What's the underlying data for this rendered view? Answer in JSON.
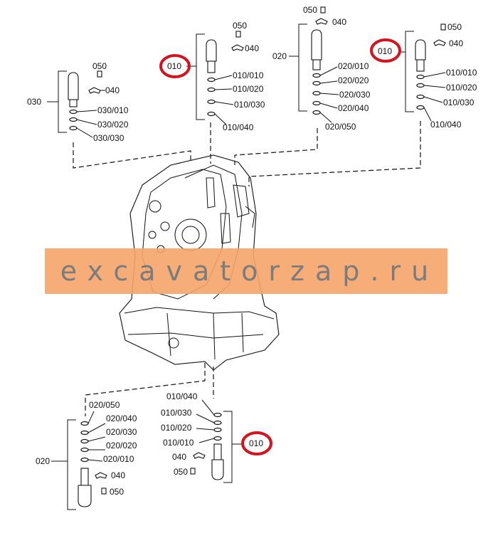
{
  "labels": {
    "a030": "030",
    "a040": "040",
    "a050": "050",
    "a030_010": "030/010",
    "a030_020": "030/020",
    "a030_030": "030/030",
    "b010": "010",
    "b050": "050",
    "b040": "040",
    "b010_010": "010/010",
    "b010_020": "010/020",
    "b010_030": "010/030",
    "b010_040": "010/040",
    "c020": "020",
    "c050": "050",
    "c040": "040",
    "c020_010": "020/010",
    "c020_020": "020/020",
    "c020_030": "020/030",
    "c020_040": "020/040",
    "c020_050": "020/050",
    "d010": "010",
    "d050": "050",
    "d040": "040",
    "d010_010": "010/010",
    "d010_020": "010/020",
    "d010_030": "010/030",
    "d010_040": "010/040",
    "e020": "020",
    "e020_050": "020/050",
    "e020_040": "020/040",
    "e020_030": "020/030",
    "e020_020": "020/020",
    "e020_010": "020/010",
    "e040": "040",
    "e050": "050",
    "f010": "010",
    "f010_040": "010/040",
    "f010_030": "010/030",
    "f010_020": "010/020",
    "f010_010": "010/010",
    "f040": "040",
    "f050": "050"
  },
  "watermark": "excavatorzap.ru",
  "colors": {
    "highlight": "#d6121f",
    "watermark_bg": "#f7a56a",
    "watermark_text": "#6e6e6e"
  }
}
